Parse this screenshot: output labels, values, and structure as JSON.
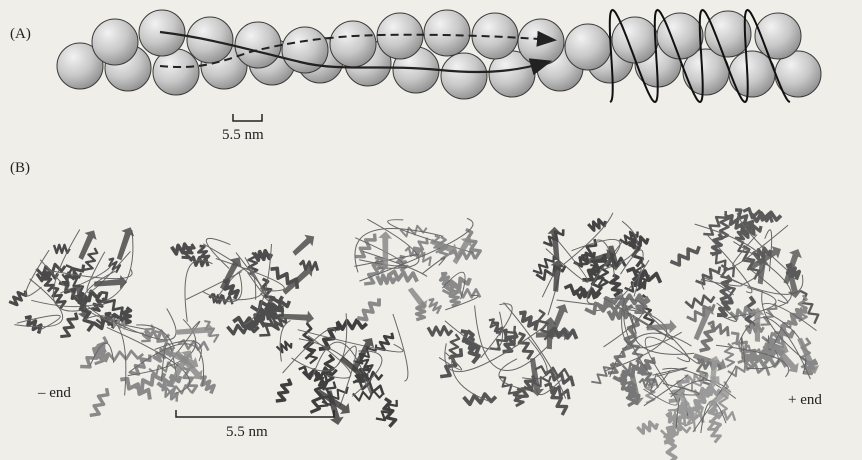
{
  "panel_a": {
    "label": "(A)",
    "scale_bar_text": "5.5 nm"
  },
  "panel_b": {
    "label": "(B)",
    "scale_bar_text": "5.5 nm",
    "minus_end_text": "– end",
    "plus_end_text": "+ end"
  },
  "colors": {
    "background": "#efeee9",
    "subunit_fill": "#c9c9c9",
    "line": "#222222",
    "ribbon_dark": "#4a4a4a",
    "ribbon_light": "#9a9a9a"
  }
}
